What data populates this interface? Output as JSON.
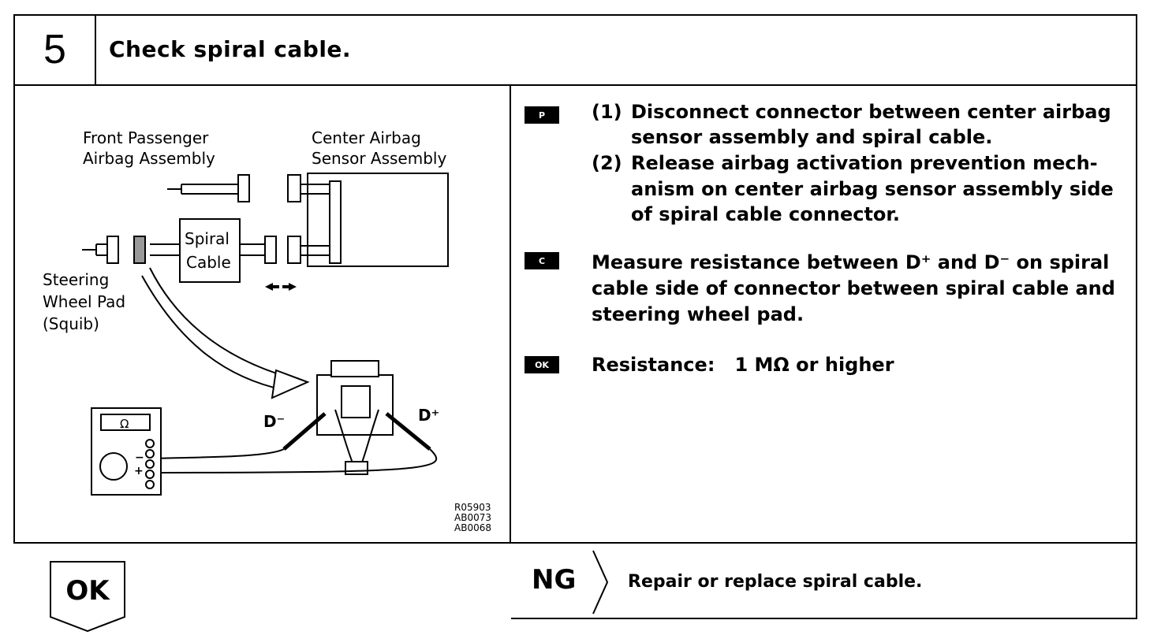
{
  "header": {
    "step_number": "5",
    "title": "Check spiral cable."
  },
  "diagram": {
    "front_passenger_line1": "Front Passenger",
    "front_passenger_line2": "Airbag Assembly",
    "center_airbag_line1": "Center Airbag",
    "center_airbag_line2": "Sensor Assembly",
    "spiral_line1": "Spiral",
    "spiral_line2": "Cable",
    "steering_line1": "Steering",
    "steering_line2": "Wheel Pad",
    "steering_line3": "(Squib)",
    "d_minus": "D⁻",
    "d_plus": "D⁺",
    "meter_display": "Ω",
    "meter_minus": "−",
    "meter_plus": "+",
    "code1": "R05903",
    "code2": "AB0073",
    "code3": "AB0068"
  },
  "instructions": {
    "prepare_badge": "P",
    "step1_num": "(1)",
    "step1_line1": "Disconnect connector between center airbag",
    "step1_line2": "sensor assembly and spiral cable.",
    "step2_num": "(2)",
    "step2_line1": "Release airbag activation prevention mech-",
    "step2_line2": "anism on center airbag sensor assembly side",
    "step2_line3": "of spiral cable connector.",
    "check_badge": "C",
    "check_line1": "Measure resistance between D⁺ and D⁻ on spiral",
    "check_line2": "cable side of connector between spiral cable and",
    "check_line3": "steering wheel pad.",
    "ok_badge": "OK",
    "resistance_text": "Resistance:   1 MΩ or higher"
  },
  "outcomes": {
    "ok_label": "OK",
    "ng_label": "NG",
    "ng_action": "Repair or replace spiral cable."
  }
}
